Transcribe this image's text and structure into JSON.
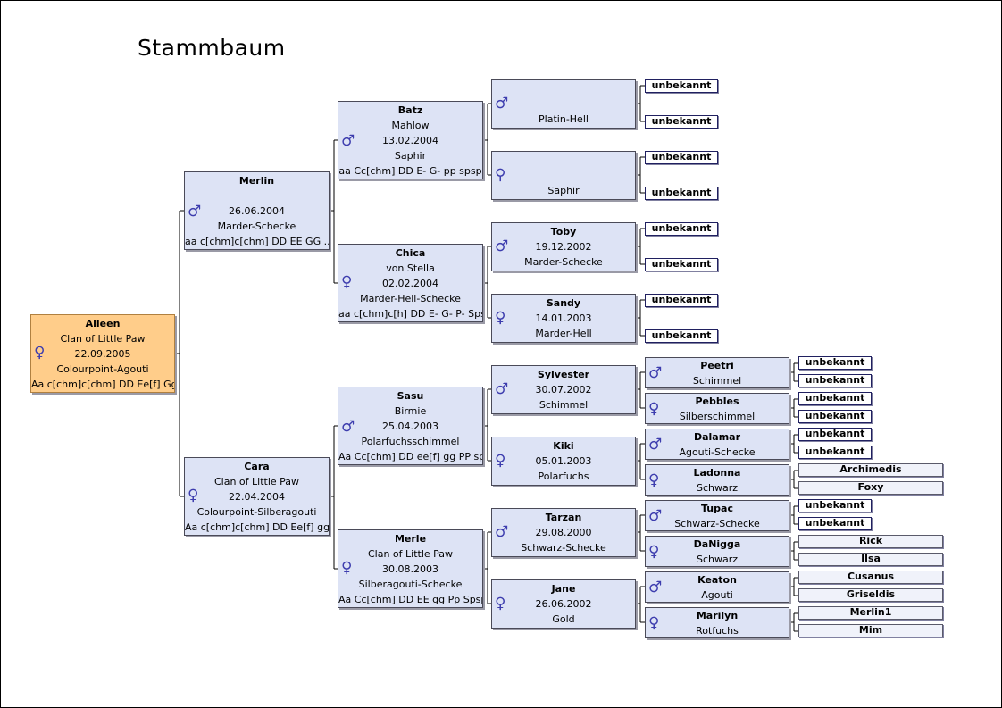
{
  "title": "Stammbaum",
  "symbols": {
    "male": "♂",
    "female": "♀"
  },
  "cards": {
    "aileen": {
      "sex": "female",
      "lines": [
        "Aileen",
        "Clan of Little Paw",
        "22.09.2005",
        "Colourpoint-Agouti",
        "Aa c[chm]c[chm] DD Ee[f] Gg..."
      ]
    },
    "merlin": {
      "sex": "male",
      "lines": [
        "Merlin",
        "",
        "26.06.2004",
        "Marder-Schecke",
        "aa c[chm]c[chm] DD EE GG ..."
      ]
    },
    "cara": {
      "sex": "female",
      "lines": [
        "Cara",
        "Clan of Little Paw",
        "22.04.2004",
        "Colourpoint-Silberagouti",
        "Aa c[chm]c[chm] DD Ee[f] gg..."
      ]
    },
    "batz": {
      "sex": "male",
      "lines": [
        "Batz",
        "Mahlow",
        "13.02.2004",
        "Saphir",
        "aa Cc[chm] DD E- G- pp spsp"
      ]
    },
    "chica": {
      "sex": "female",
      "lines": [
        "Chica",
        "von Stella",
        "02.02.2004",
        "Marder-Hell-Schecke",
        "aa c[chm]c[h] DD E- G- P- Spsp"
      ]
    },
    "sasu": {
      "sex": "male",
      "lines": [
        "Sasu",
        "Birmie",
        "25.04.2003",
        "Polarfuchsschimmel",
        "Aa Cc[chm] DD ee[f] gg PP spsp"
      ]
    },
    "merle": {
      "sex": "female",
      "lines": [
        "Merle",
        "Clan of Little Paw",
        "30.08.2003",
        "Silberagouti-Schecke",
        "Aa Cc[chm] DD EE gg Pp Spsp"
      ]
    },
    "platin": {
      "sex": "male",
      "lines": [
        "",
        "",
        "Platin-Hell"
      ]
    },
    "saphir": {
      "sex": "female",
      "lines": [
        "",
        "",
        "Saphir"
      ]
    },
    "toby": {
      "sex": "male",
      "lines": [
        "Toby",
        "19.12.2002",
        "Marder-Schecke"
      ]
    },
    "sandy": {
      "sex": "female",
      "lines": [
        "Sandy",
        "14.01.2003",
        "Marder-Hell"
      ]
    },
    "sylvester": {
      "sex": "male",
      "lines": [
        "Sylvester",
        "30.07.2002",
        "Schimmel"
      ]
    },
    "kiki": {
      "sex": "female",
      "lines": [
        "Kiki",
        "05.01.2003",
        "Polarfuchs"
      ]
    },
    "tarzan": {
      "sex": "male",
      "lines": [
        "Tarzan",
        "29.08.2000",
        "Schwarz-Schecke"
      ]
    },
    "jane": {
      "sex": "female",
      "lines": [
        "Jane",
        "26.06.2002",
        "Gold"
      ]
    },
    "peetri": {
      "sex": "male",
      "lines": [
        "Peetri",
        "Schimmel"
      ]
    },
    "pebbles": {
      "sex": "female",
      "lines": [
        "Pebbles",
        "Silberschimmel"
      ]
    },
    "dalamar": {
      "sex": "male",
      "lines": [
        "Dalamar",
        "Agouti-Schecke"
      ]
    },
    "ladonna": {
      "sex": "female",
      "lines": [
        "Ladonna",
        "Schwarz"
      ]
    },
    "tupac": {
      "sex": "male",
      "lines": [
        "Tupac",
        "Schwarz-Schecke"
      ]
    },
    "danigga": {
      "sex": "female",
      "lines": [
        "DaNigga",
        "Schwarz"
      ]
    },
    "keaton": {
      "sex": "male",
      "lines": [
        "Keaton",
        "Agouti"
      ]
    },
    "marilyn": {
      "sex": "female",
      "lines": [
        "Marilyn",
        "Rotfuchs"
      ]
    }
  },
  "ancestors": {
    "platin_father": "unbekannt",
    "platin_mother": "unbekannt",
    "saphir_father": "unbekannt",
    "saphir_mother": "unbekannt",
    "toby_father": "unbekannt",
    "toby_mother": "unbekannt",
    "sandy_father": "unbekannt",
    "sandy_mother": "unbekannt",
    "peetri_father": "unbekannt",
    "peetri_mother": "unbekannt",
    "pebbles_father": "unbekannt",
    "pebbles_mother": "unbekannt",
    "dalamar_father": "unbekannt",
    "dalamar_mother": "unbekannt",
    "ladonna_father": "Archimedis",
    "ladonna_mother": "Foxy",
    "tupac_father": "unbekannt",
    "tupac_mother": "unbekannt",
    "danigga_father": "Rick",
    "danigga_mother": "Ilsa",
    "keaton_father": "Cusanus",
    "keaton_mother": "Griseldis",
    "marilyn_father": "Merlin1",
    "marilyn_mother": "Mim"
  }
}
